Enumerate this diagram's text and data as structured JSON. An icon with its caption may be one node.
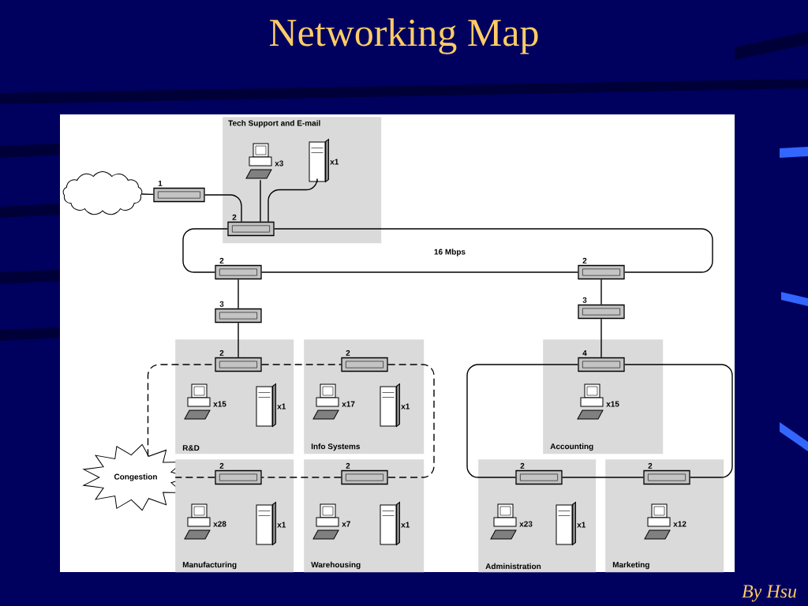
{
  "diagram": {
    "title": "Networking Map",
    "nodes": [
      {
        "text": [],
        "shape": "cloud"
      },
      {
        "text": [],
        "shape": "box",
        "beside": [
          "1"
        ]
      },
      {
        "text": [
          "Tech Support and E-mail"
        ]
      },
      {
        "text": [],
        "shape": "picture",
        "beside": [
          "x3"
        ],
        "in": 2
      },
      {
        "text": [],
        "shape": "picture",
        "beside": [
          "x1"
        ],
        "in": 2
      },
      {
        "text": [],
        "shape": "box",
        "beside": [
          "2"
        ],
        "in": 2
      },
      {
        "text": [],
        "shape": "box",
        "beside": [
          "2"
        ]
      },
      {
        "text": [],
        "shape": "box",
        "beside": [
          "2"
        ]
      },
      {
        "text": [],
        "shape": "box",
        "beside": [
          "3"
        ]
      },
      {
        "text": [],
        "shape": "box",
        "beside": [
          "3"
        ]
      },
      {
        "text": [
          "R&D"
        ]
      },
      {
        "text": [],
        "shape": "box",
        "beside": [
          "2"
        ],
        "in": 10
      },
      {
        "text": [],
        "shape": "picture",
        "beside": [
          "x15"
        ],
        "in": 10
      },
      {
        "text": [],
        "shape": "picture",
        "beside": [
          "x1"
        ],
        "in": 10
      },
      {
        "text": [
          "Info Systems"
        ]
      },
      {
        "text": [],
        "shape": "box",
        "beside": [
          "2"
        ],
        "in": 14
      },
      {
        "text": [],
        "shape": "picture",
        "beside": [
          "x17"
        ],
        "in": 14
      },
      {
        "text": [],
        "shape": "picture",
        "beside": [
          "x1"
        ],
        "in": 14
      },
      {
        "text": [
          "Accounting"
        ]
      },
      {
        "text": [],
        "shape": "box",
        "beside": [
          "4"
        ],
        "in": 18
      },
      {
        "text": [],
        "shape": "picture",
        "beside": [
          "x15"
        ],
        "in": 18
      },
      {
        "text": [
          "Congestion"
        ]
      },
      {
        "text": [
          "Manufacturing"
        ]
      },
      {
        "text": [],
        "shape": "box",
        "beside": [
          "2"
        ],
        "in": 22
      },
      {
        "text": [],
        "shape": "picture",
        "beside": [
          "x28"
        ],
        "in": 22
      },
      {
        "text": [],
        "shape": "picture",
        "beside": [
          "x1"
        ],
        "in": 22
      },
      {
        "text": [
          "Warehousing"
        ]
      },
      {
        "text": [],
        "shape": "box",
        "beside": [
          "2"
        ],
        "in": 26
      },
      {
        "text": [],
        "shape": "picture",
        "beside": [
          "x7"
        ],
        "in": 26
      },
      {
        "text": [],
        "shape": "picture",
        "beside": [
          "x1"
        ],
        "in": 26
      },
      {
        "text": [
          "Administration"
        ]
      },
      {
        "text": [],
        "shape": "box",
        "beside": [
          "2"
        ],
        "in": 30
      },
      {
        "text": [],
        "shape": "picture",
        "beside": [
          "x23"
        ],
        "in": 30
      },
      {
        "text": [],
        "shape": "picture",
        "beside": [
          "x1"
        ],
        "in": 30
      },
      {
        "text": [
          "Marketing"
        ]
      },
      {
        "text": [],
        "shape": "box",
        "beside": [
          "2"
        ],
        "in": 34
      },
      {
        "text": [],
        "shape": "picture",
        "beside": [
          "x12"
        ],
        "in": 34
      }
    ],
    "edges": [
      {
        "from": 0,
        "to": 1,
        "arrow": "none"
      },
      {
        "from": 1,
        "to": 5,
        "arrow": "none"
      },
      {
        "from": 3,
        "to": 5,
        "arrow": "none"
      },
      {
        "from": 4,
        "to": 5,
        "arrow": "none"
      },
      {
        "from": 5,
        "to": 7,
        "arrow": "none"
      },
      {
        "from": 7,
        "to": 6,
        "arrow": "none"
      },
      {
        "from": 6,
        "to": 5,
        "arrow": "none"
      },
      {
        "from": 6,
        "to": 8,
        "arrow": "none"
      },
      {
        "from": 8,
        "to": 11,
        "arrow": "none"
      },
      {
        "from": 7,
        "to": 9,
        "arrow": "none"
      },
      {
        "from": 9,
        "to": 19,
        "arrow": "none"
      },
      {
        "from": 11,
        "to": 15,
        "arrow": "none",
        "style": "dashed"
      },
      {
        "from": 15,
        "to": 27,
        "arrow": "none",
        "style": "dashed"
      },
      {
        "from": 27,
        "to": 23,
        "arrow": "none",
        "style": "dashed"
      },
      {
        "from": 23,
        "to": 21,
        "arrow": "none",
        "style": "dashed"
      },
      {
        "from": 21,
        "to": 11,
        "arrow": "none",
        "style": "dashed"
      },
      {
        "from": 19,
        "to": 31,
        "arrow": "none"
      },
      {
        "from": 31,
        "to": 35,
        "arrow": "none"
      },
      {
        "from": 35,
        "to": 19,
        "arrow": "none"
      }
    ],
    "labels": [
      "16 Mbps",
      "By Hsu"
    ]
  }
}
